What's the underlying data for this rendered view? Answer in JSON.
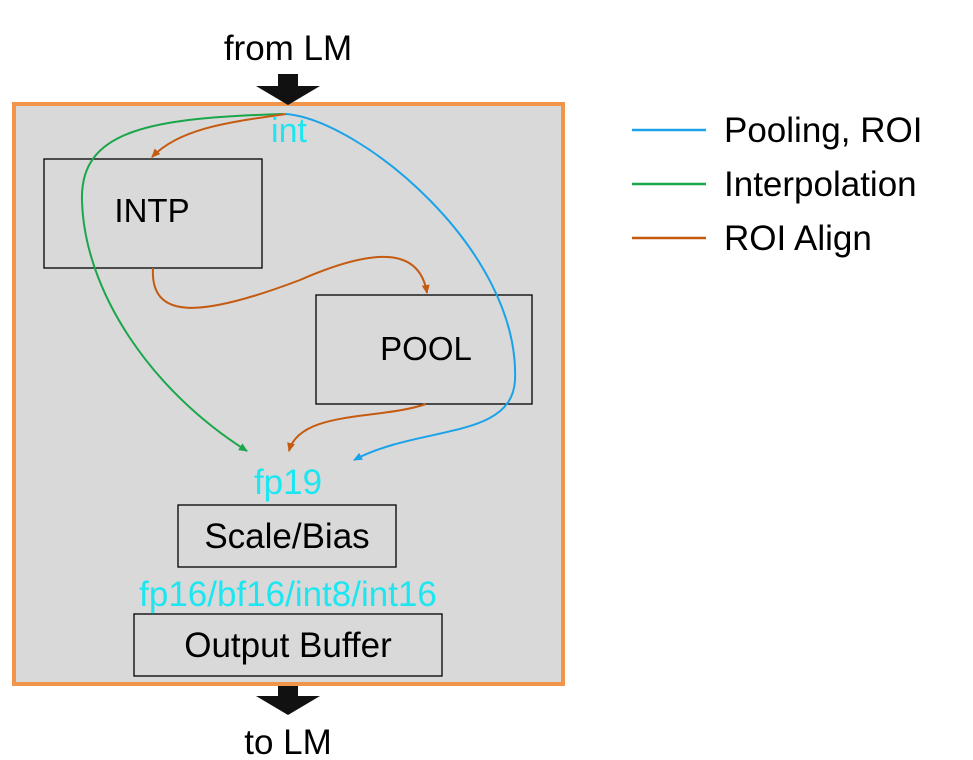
{
  "io": {
    "input_label": "from LM",
    "output_label": "to LM"
  },
  "datatypes": {
    "input": "int",
    "mid": "fp19",
    "output": "fp16/bf16/int8/int16"
  },
  "blocks": {
    "intp": "INTP",
    "pool": "POOL",
    "scale_bias": "Scale/Bias",
    "output_buffer": "Output Buffer"
  },
  "legend": {
    "items": [
      {
        "label": "Pooling, ROI",
        "color": "#1aa3e8"
      },
      {
        "label": "Interpolation",
        "color": "#1aa64a"
      },
      {
        "label": "ROI Align",
        "color": "#c55a11"
      }
    ]
  },
  "colors": {
    "container_fill": "#d9d9d9",
    "container_border": "#f0954a",
    "datatype_text": "#1ee6f0",
    "io_arrow": "#000000"
  }
}
